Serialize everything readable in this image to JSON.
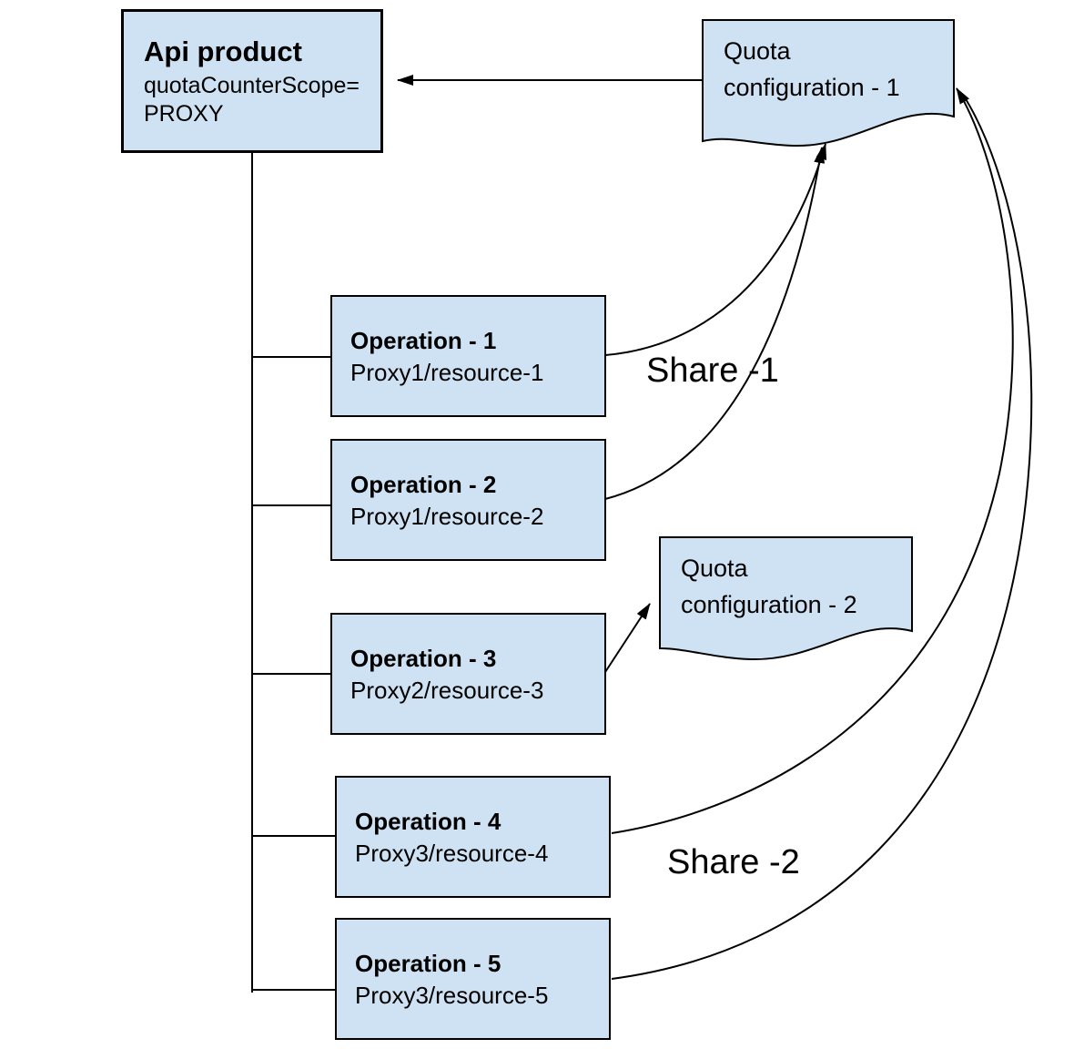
{
  "colors": {
    "node_fill": "#cfe2f3",
    "node_stroke": "#000000",
    "text": "#000000",
    "background": "#ffffff"
  },
  "nodes": {
    "api_product": {
      "title": "Api product",
      "attr_line1": "quotaCounterScope=",
      "attr_line2": "PROXY"
    },
    "quota_config_1": {
      "line1": "Quota",
      "line2": "configuration - 1"
    },
    "quota_config_2": {
      "line1": "Quota",
      "line2": "configuration - 2"
    },
    "operations": [
      {
        "title": "Operation - 1",
        "subtitle": "Proxy1/resource-1"
      },
      {
        "title": "Operation - 2",
        "subtitle": "Proxy1/resource-2"
      },
      {
        "title": "Operation - 3",
        "subtitle": "Proxy2/resource-3"
      },
      {
        "title": "Operation - 4",
        "subtitle": "Proxy3/resource-4"
      },
      {
        "title": "Operation - 5",
        "subtitle": "Proxy3/resource-5"
      }
    ]
  },
  "labels": {
    "share1": "Share -1",
    "share2": "Share -2"
  }
}
